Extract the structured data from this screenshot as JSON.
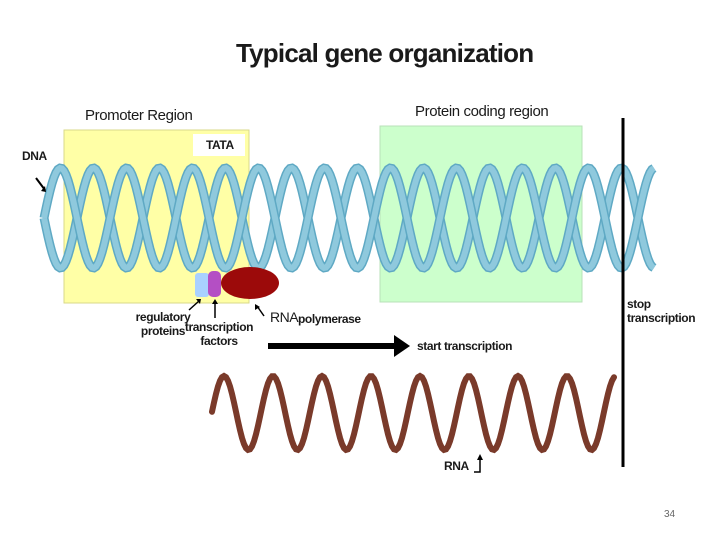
{
  "title": "Typical gene organization",
  "regions": {
    "promoter": "Promoter Region",
    "coding": "Protein coding region"
  },
  "labels": {
    "tata": "TATA",
    "dna": "DNA",
    "regulatory_proteins": "regulatory proteins",
    "transcription_factors": "transcription factors",
    "rna_label": "RNA",
    "polymerase_label": "polymerase",
    "start_transcription": "start transcription",
    "stop_transcription": "stop transcription",
    "rna": "RNA"
  },
  "page_number": "34",
  "colors": {
    "promoter_fill": "#ffffa6",
    "coding_fill": "#ccffcc",
    "helix": "#8fc9dd",
    "helix_edge": "#5fa9c4",
    "polymerase": "#9c0a0a",
    "regulatory": "#a9d1ff",
    "transcription_factor": "#b44fc4",
    "rna": "#7a3a2a",
    "arrow": "#000000"
  }
}
